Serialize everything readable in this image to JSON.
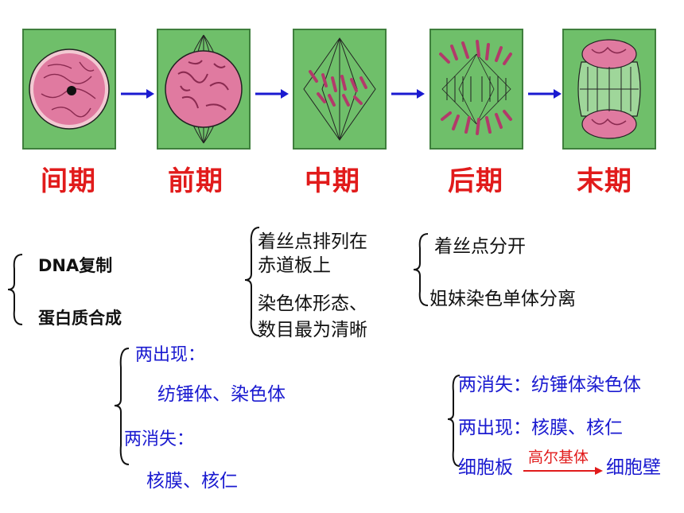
{
  "stages": {
    "s1": "间期",
    "s2": "前期",
    "s3": "中期",
    "s4": "后期",
    "s5": "末期"
  },
  "interphase": {
    "item1": "DNA复制",
    "item2": "蛋白质合成"
  },
  "prophase": {
    "appear": "两出现：",
    "appear_items": "纺锤体、染色体",
    "disappear": "两消失：",
    "disappear_items": "核膜、核仁"
  },
  "metaphase": {
    "line1": "着丝点排列在",
    "line2": "赤道板上",
    "line3": "染色体形态、",
    "line4": "数目最为清晰"
  },
  "anaphase": {
    "line1": "着丝点分开",
    "line2": "姐妹染色单体分离"
  },
  "telophase": {
    "line1": "两消失：纺锤体染色体",
    "line2": "两出现：核膜、核仁",
    "line3_start": "细胞板",
    "line3_arrow_label": "高尔基体",
    "line3_end": "细胞壁"
  },
  "colors": {
    "stage_text": "#e11b1b",
    "blue_text": "#1a1ad0",
    "panel_bg": "#6fbf6a",
    "chromatin": "#e07aa0",
    "arrow": "#1a1ad0"
  }
}
